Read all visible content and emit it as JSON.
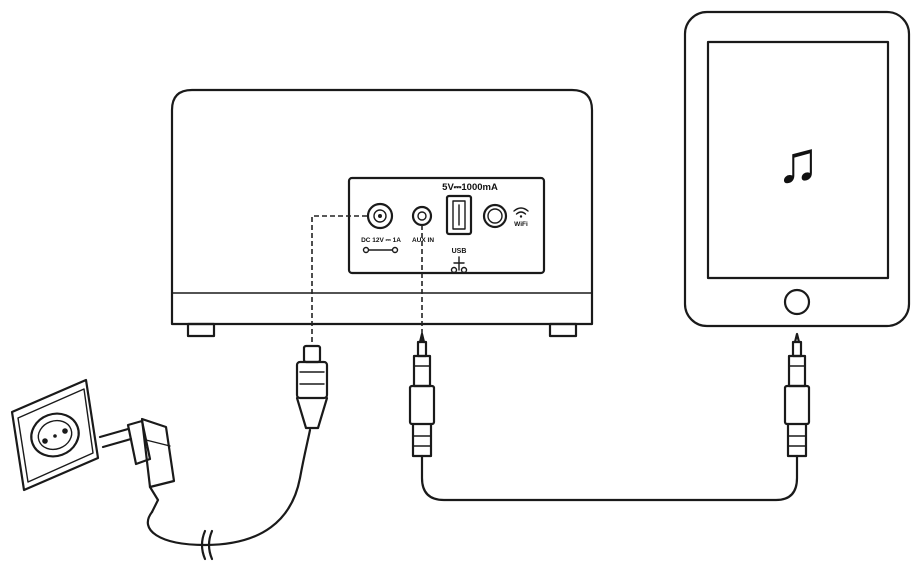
{
  "speaker_panel": {
    "power_rating": "5V⎓1000mA",
    "dc_in_label": "DC 12V ⎓ 1A",
    "aux_in_label": "AUX IN",
    "usb_label": "USB",
    "wifi_label": "WiFi"
  },
  "icons": {
    "music": "♫"
  }
}
